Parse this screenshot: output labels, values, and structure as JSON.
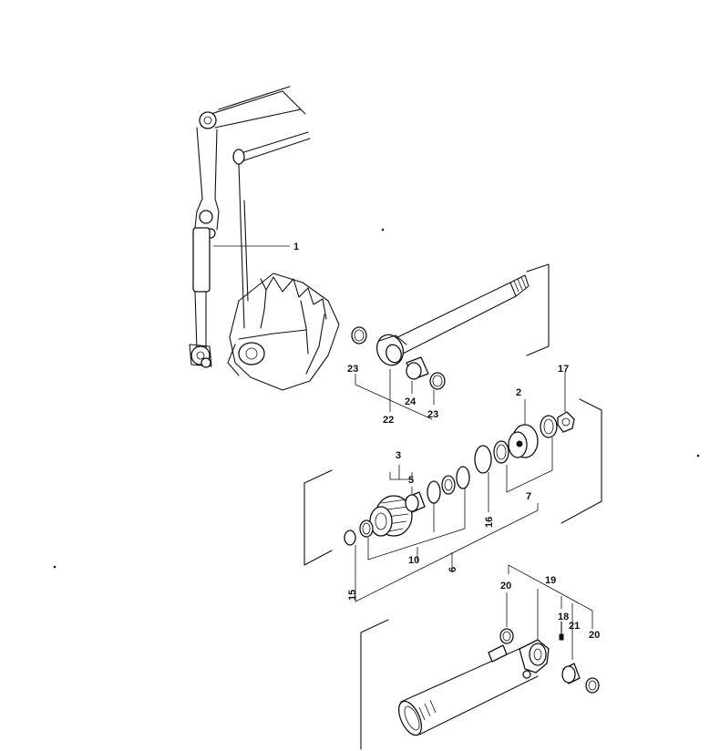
{
  "callouts": {
    "c1": "1",
    "c2": "2",
    "c3": "3",
    "c5": "5",
    "c6": "6",
    "c7": "7",
    "c10": "10",
    "c15": "15",
    "c16": "16",
    "c17": "17",
    "c18": "18",
    "c19": "19",
    "c20a": "20",
    "c20b": "20",
    "c21": "21",
    "c22": "22",
    "c23a": "23",
    "c23b": "23",
    "c24": "24"
  },
  "colors": {
    "ink": "#111111",
    "paper": "#ffffff"
  }
}
